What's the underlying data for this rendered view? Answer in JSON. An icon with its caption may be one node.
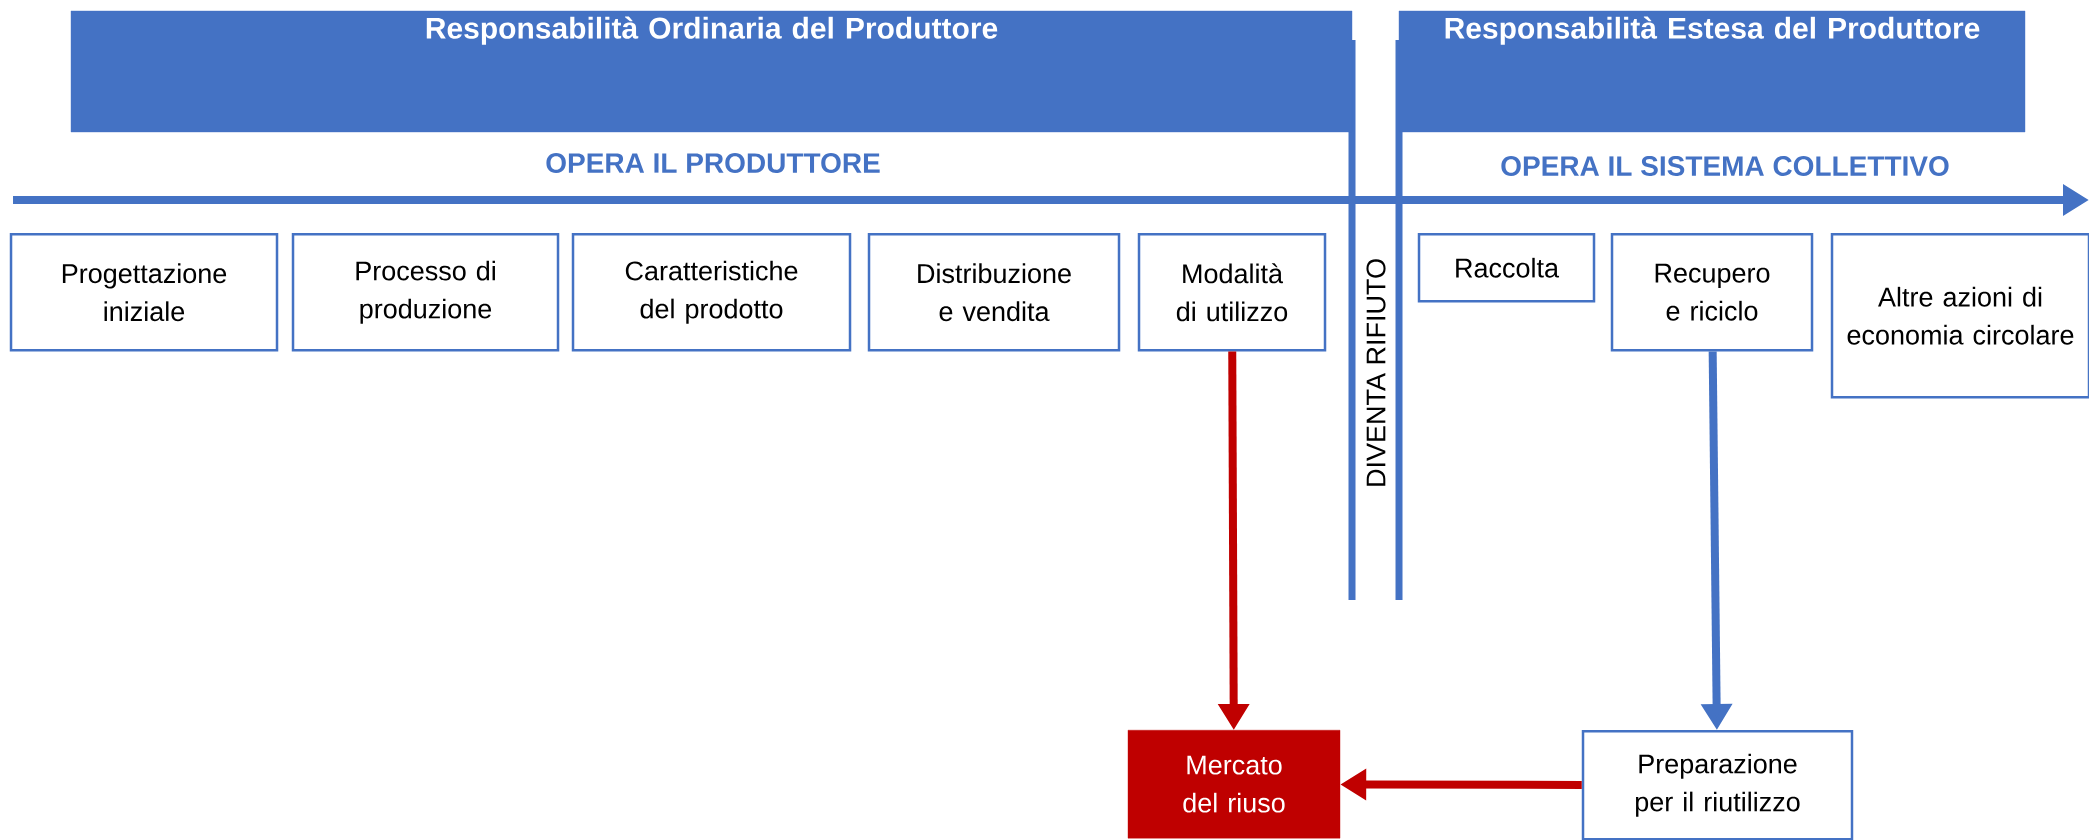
{
  "diagram": {
    "nodes": [
      {
        "text": [
          "Responsabilità Ordinaria del Produttore"
        ]
      },
      {
        "text": [
          "Responsabilità Estesa del Produttore"
        ]
      },
      {
        "text": [
          "Progettazione iniziale"
        ]
      },
      {
        "text": [
          "Processo di produzione"
        ]
      },
      {
        "text": [
          "Caratteristiche del prodotto"
        ]
      },
      {
        "text": [
          "Distribuzione e vendita"
        ]
      },
      {
        "text": [
          "Modalità di utilizzo"
        ]
      },
      {
        "text": [
          "Raccolta"
        ]
      },
      {
        "text": [
          "Recupero e riciclo"
        ]
      },
      {
        "text": [
          "Altre azioni di economia circolare"
        ]
      },
      {
        "text": [
          "Mercato del riuso"
        ]
      },
      {
        "text": [
          "Preparazione per il riutilizzo"
        ]
      }
    ],
    "edges": [
      {
        "from": 6,
        "to": 10,
        "arrow": "to"
      },
      {
        "from": 8,
        "to": 11,
        "arrow": "to",
        "color": "#4472c4"
      },
      {
        "from": 11,
        "to": 10,
        "arrow": "to"
      }
    ],
    "labels": [
      "OPERA IL PRODUTTORE",
      "OPERA IL SISTEMA COLLETTIVO",
      "DIVENTA RIFIUTO"
    ]
  }
}
